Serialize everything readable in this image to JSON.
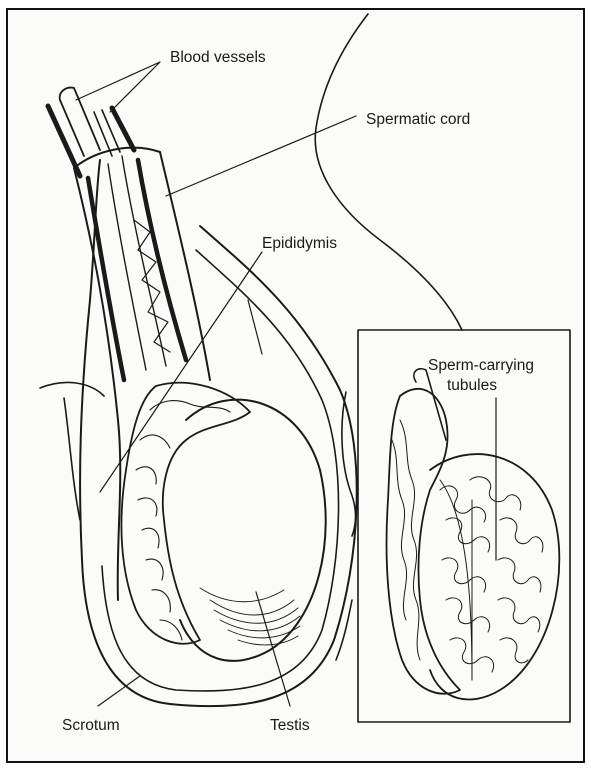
{
  "labels": {
    "blood_vessels": "Blood vessels",
    "spermatic_cord": "Spermatic cord",
    "epididymis": "Epididymis",
    "sperm_carrying_line1": "Sperm-carrying",
    "sperm_carrying_line2": "tubules",
    "scrotum": "Scrotum",
    "testis": "Testis"
  },
  "colors": {
    "ink": "#1a1a1a",
    "paper": "#fbfbfa"
  }
}
